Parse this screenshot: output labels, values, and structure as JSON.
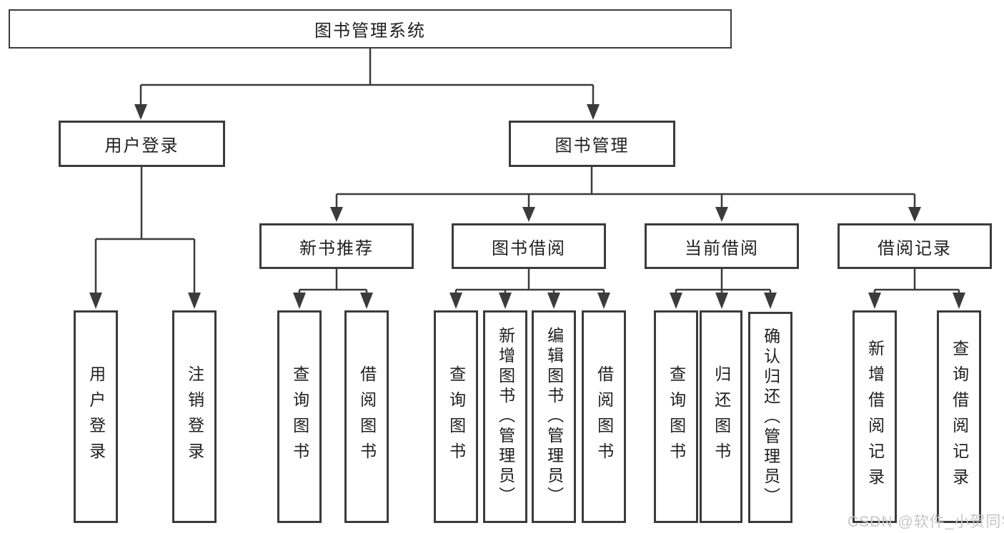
{
  "tree": {
    "label": "图书管理系统",
    "children": [
      {
        "label": "用户登录",
        "children": [
          {
            "label": "用户登录"
          },
          {
            "label": "注销登录"
          }
        ]
      },
      {
        "label": "图书管理",
        "children": [
          {
            "label": "新书推荐",
            "children": [
              {
                "label": "查询图书"
              },
              {
                "label": "借阅图书"
              }
            ]
          },
          {
            "label": "图书借阅",
            "children": [
              {
                "label": "查询图书"
              },
              {
                "label": "新增图书（管理员）"
              },
              {
                "label": "编辑图书（管理员）"
              },
              {
                "label": "借阅图书"
              }
            ]
          },
          {
            "label": "当前借阅",
            "children": [
              {
                "label": "查询图书"
              },
              {
                "label": "归还图书"
              },
              {
                "label": "确认归还（管理员）"
              }
            ]
          },
          {
            "label": "借阅记录",
            "children": [
              {
                "label": "新增借阅记录"
              },
              {
                "label": "查询借阅记录"
              }
            ]
          }
        ]
      }
    ]
  },
  "watermark": {
    "text": "CSDN @软件_小贺同学"
  },
  "colors": {
    "line": "#3b3b3b",
    "text": "#1f1f1f",
    "watermark": "#c6c6c6",
    "background": "#ffffff"
  }
}
